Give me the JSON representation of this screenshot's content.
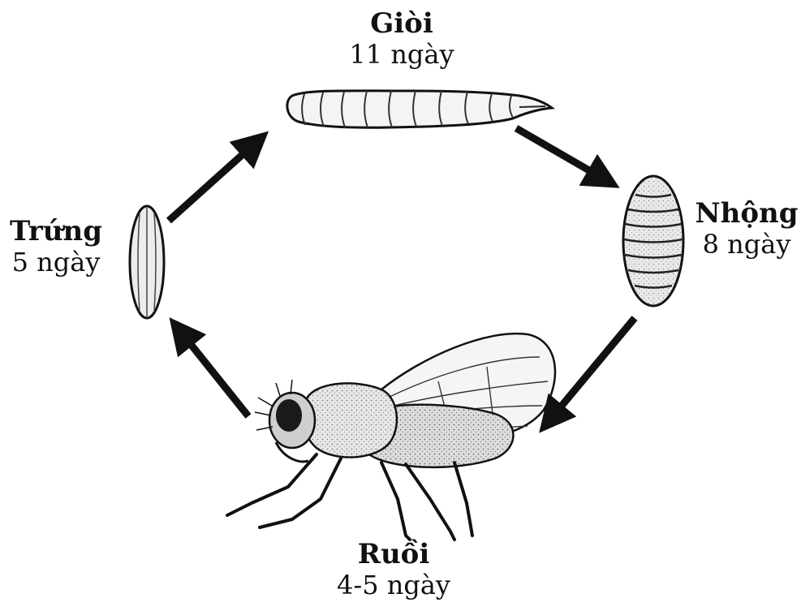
{
  "stages": {
    "larva": {
      "name": "Giòi",
      "duration": "11 ngày"
    },
    "pupa": {
      "name": "Nhộng",
      "duration": "8 ngày"
    },
    "adult": {
      "name": "Ruồi",
      "duration": "4-5 ngày"
    },
    "egg": {
      "name": "Trứng",
      "duration": "5 ngày"
    }
  },
  "icons": {
    "larva": "larva-icon",
    "pupa": "pupa-icon",
    "adult": "fly-icon",
    "egg": "egg-icon",
    "arrow": "arrow-icon"
  },
  "colors": {
    "ink": "#111111",
    "paper": "#ffffff"
  }
}
